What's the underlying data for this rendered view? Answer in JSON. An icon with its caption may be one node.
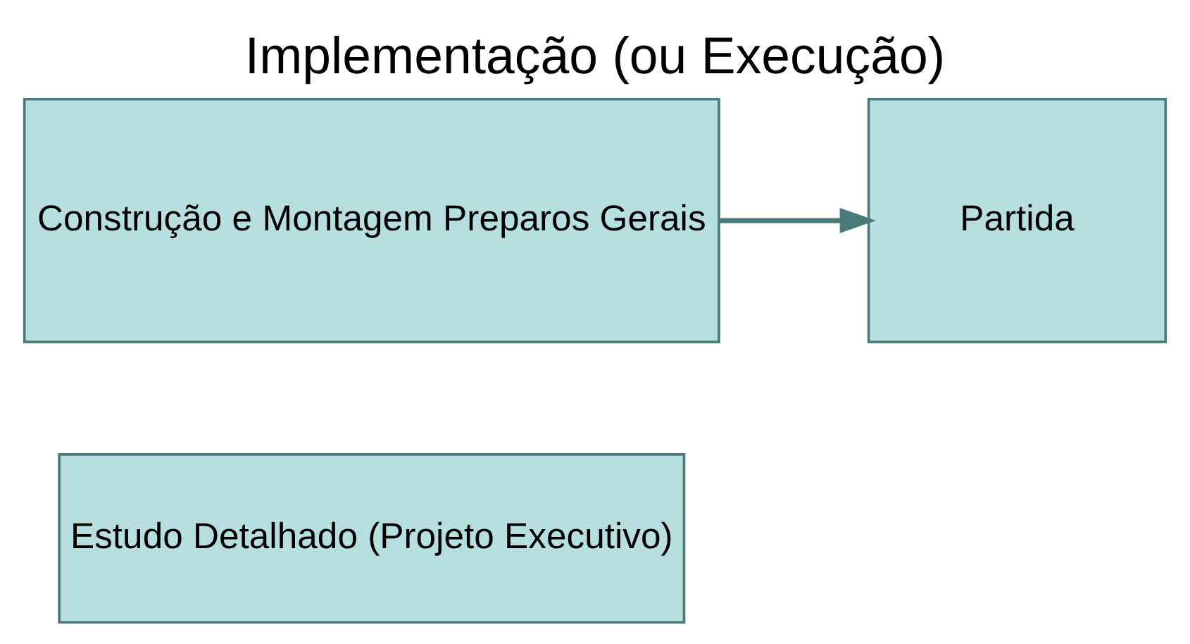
{
  "diagram": {
    "title": "Implementação (ou Execução)",
    "nodes": [
      {
        "text": [
          "Estudo Detalhado (Projeto Executivo)"
        ]
      },
      {
        "text": [
          "Construção e Montagem Preparos Gerais"
        ]
      },
      {
        "text": [
          "Partida"
        ]
      }
    ],
    "edges": [
      {
        "from": 1,
        "to": 2,
        "arrow": "to"
      }
    ]
  }
}
